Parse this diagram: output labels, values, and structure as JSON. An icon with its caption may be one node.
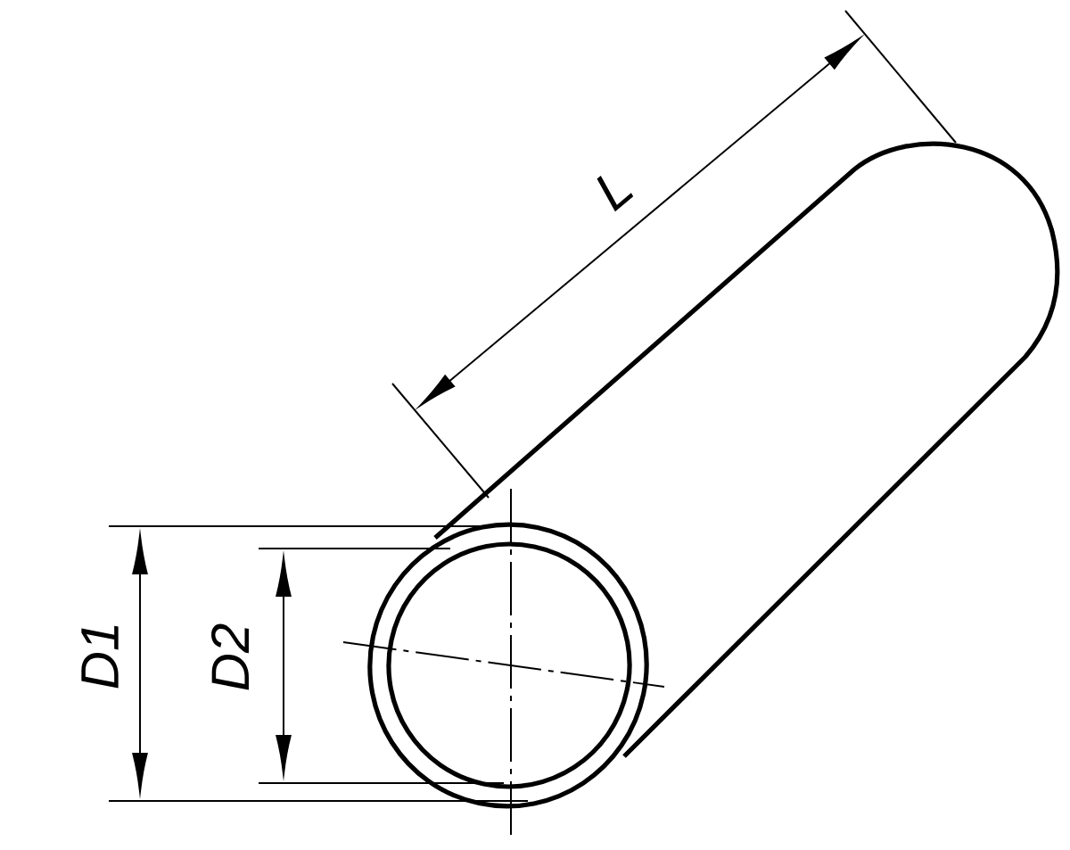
{
  "diagram": {
    "labels": [
      "L",
      "D1",
      "D2"
    ]
  }
}
